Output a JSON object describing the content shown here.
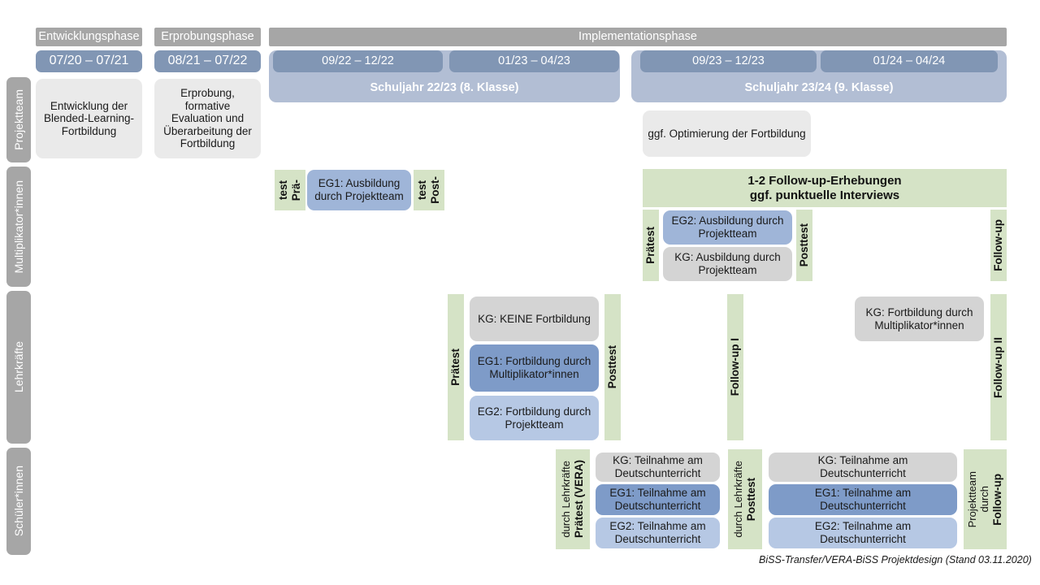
{
  "header": {
    "phases": [
      {
        "label": "Entwicklungsphase"
      },
      {
        "label": "Erprobungsphase"
      },
      {
        "label": "Implementationsphase"
      }
    ],
    "date_chips": [
      {
        "label": "07/20 – 07/21"
      },
      {
        "label": "08/21 – 07/22"
      },
      {
        "label": "09/22 – 12/22"
      },
      {
        "label": "01/23 – 04/23"
      },
      {
        "label": "09/23 – 12/23"
      },
      {
        "label": "01/24 – 04/24"
      }
    ],
    "school_years": [
      {
        "label": "Schuljahr 22/23 (8. Klasse)"
      },
      {
        "label": "Schuljahr 23/24 (9. Klasse)"
      }
    ]
  },
  "rows": {
    "projektteam": {
      "label": "Projektteam"
    },
    "multiplikatorinnen": {
      "label": "Multiplikator*innen"
    },
    "lehrkraefte": {
      "label": "Lehrkräfte"
    },
    "schuelerinnen": {
      "label": "Schüler*innen"
    }
  },
  "projektteam": {
    "entwicklung": "Entwicklung der Blended-Learning-Fortbildung",
    "erprobung": "Erprobung, formative Evaluation und Überarbeitung der Fortbildung"
  },
  "multiplikatoren": {
    "optimierung": "ggf. Optimierung der Fortbildung",
    "praetest_1a": "Prä-",
    "praetest_1b": "test",
    "eg1": "EG1: Ausbildung durch Projektteam",
    "posttest_1a": "Post-",
    "posttest_1b": "test",
    "followup_band": "1-2 Follow-up-Erhebungen\nggf. punktuelle Interviews",
    "followup_band_l1": "1-2 Follow-up-Erhebungen",
    "followup_band_l2": "ggf. punktuelle Interviews",
    "praetest_2": "Prätest",
    "eg2": "EG2: Ausbildung durch Projektteam",
    "kg": "KG: Ausbildung durch Projektteam",
    "posttest_2": "Posttest",
    "followup": "Follow-up"
  },
  "lehrkraefte": {
    "praetest": "Prätest",
    "kg_keine": "KG: KEINE Fortbildung",
    "eg1": "EG1: Fortbildung durch Multiplikator*innen",
    "eg2": "EG2: Fortbildung durch Projektteam",
    "posttest": "Posttest",
    "followup_1": "Follow-up I",
    "kg_fortbildung": "KG: Fortbildung durch Multiplikator*innen",
    "followup_2": "Follow-up II"
  },
  "schuelerinnen": {
    "praetest_bold": "Prätest (VERA)",
    "praetest_sub": "durch Lehrkräfte",
    "kg_1": "KG: Teilnahme am Deutschunterricht",
    "eg1_1": "EG1: Teilnahme am Deutschunterricht",
    "eg2_1": "EG2: Teilnahme am Deutschunterricht",
    "posttest_bold": "Posttest",
    "posttest_sub": "durch Lehrkräfte",
    "kg_2": "KG: Teilnahme am Deutschunterricht",
    "eg1_2": "EG1: Teilnahme am Deutschunterricht",
    "eg2_2": "EG2: Teilnahme am Deutschunterricht",
    "followup_bold": "Follow-up",
    "followup_sub1": "durch",
    "followup_sub2": "Projektteam"
  },
  "footer": {
    "caption": "BiSS-Transfer/VERA-BiSS Projektdesign (Stand 03.11.2020)"
  },
  "colors": {
    "grey_header": "#a6a6a6",
    "date_blue": "#8196b4",
    "schoolyear_blue": "#b2bed4",
    "green": "#d5e3c6",
    "blue_dark": "#7e9bc8",
    "blue_mid": "#9fb5d8",
    "blue_light": "#b6c8e4",
    "grey_card": "#eaeaea",
    "grey_card2": "#d4d4d4"
  }
}
